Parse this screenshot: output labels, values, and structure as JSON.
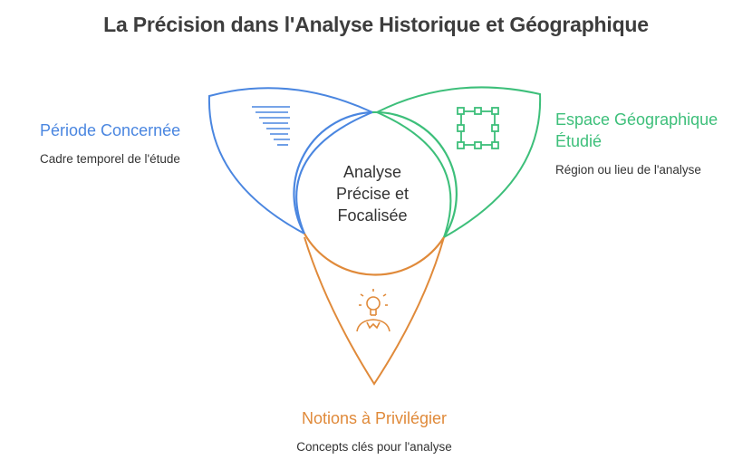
{
  "title": "La Précision dans l'Analyse Historique et Géographique",
  "center": {
    "lines": [
      "Analyse",
      "Précise et",
      "Focalisée"
    ]
  },
  "petals": [
    {
      "heading": "Période Concernée",
      "description": "Cadre temporel de l'étude",
      "color": "#4a86e0",
      "icon": "timeline-funnel-icon"
    },
    {
      "heading_lines": [
        "Espace Géographique",
        "Étudié"
      ],
      "description": "Région ou lieu de l'analyse",
      "color": "#3dbf7a",
      "icon": "square-frame-icon"
    },
    {
      "heading": "Notions à Privilégier",
      "description": "Concepts clés pour l'analyse",
      "color": "#e08a3a",
      "icon": "lightbulb-person-icon"
    }
  ],
  "colors": {
    "blue": "#4a86e0",
    "green": "#3dbf7a",
    "orange": "#e08a3a",
    "title": "#3d3d3d"
  }
}
